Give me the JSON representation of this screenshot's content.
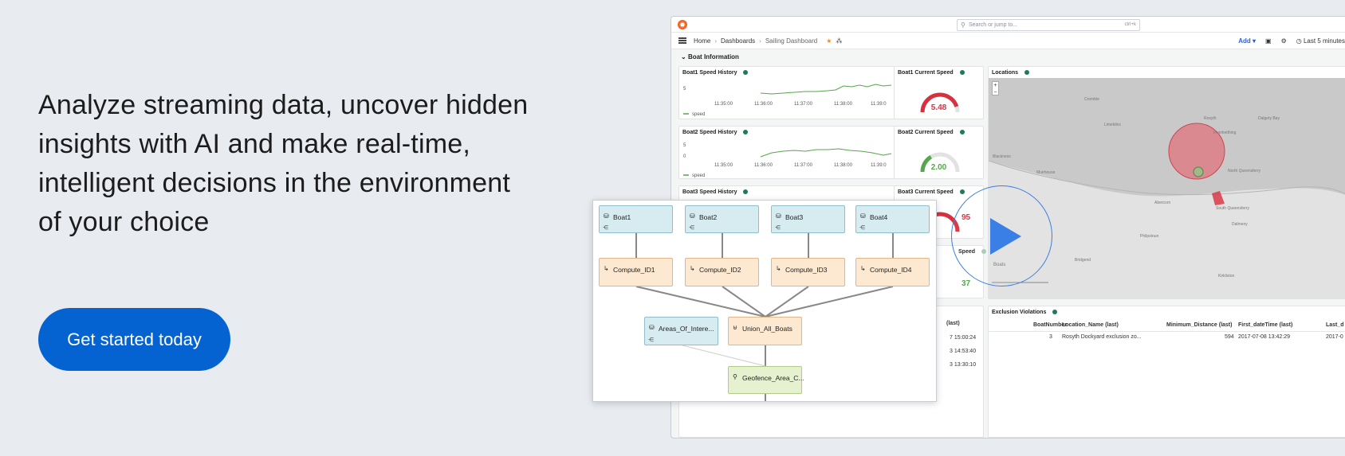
{
  "hero": {
    "lines": [
      "Analyze streaming data, uncover hidden",
      "insights with AI and make real-time,",
      "intelligent decisions in the environment",
      "of your choice"
    ],
    "cta_label": "Get started today"
  },
  "colors": {
    "cta": "#0563d1",
    "accent": "#3a7fe6",
    "gauge_red": "#d8303e",
    "gauge_green": "#56a64b",
    "status_dot": "#1e7a5a"
  },
  "dashboard": {
    "search_placeholder": "Search or jump to...",
    "search_shortcut": "ctrl+k",
    "breadcrumb": [
      "Home",
      "Dashboards",
      "Sailing Dashboard"
    ],
    "nav_add": "Add",
    "time_range": "Last 5 minutes",
    "row_title": "Boat Information",
    "speed_panels": [
      {
        "title": "Boat1 Speed History",
        "y_ticks": [
          "5"
        ],
        "legend": "speed",
        "x_ticks": [
          "11:35:00",
          "11:36:00",
          "11:37:00",
          "11:38:00",
          "11:39:0"
        ]
      },
      {
        "title": "Boat2 Speed History",
        "y_ticks": [
          "5",
          "0"
        ],
        "legend": "speed",
        "x_ticks": [
          "11:35:00",
          "11:36:00",
          "11:37:00",
          "11:38:00",
          "11:39:0"
        ]
      },
      {
        "title": "Boat3 Speed History"
      }
    ],
    "gauges": [
      {
        "title": "Boat1 Current Speed",
        "value": "5.48",
        "level": 0.9,
        "color": "#d8303e"
      },
      {
        "title": "Boat2 Current Speed",
        "value": "2.00",
        "level": 0.33,
        "color": "#56a64b"
      },
      {
        "title": "Boat3 Current Speed",
        "value": "95",
        "color": "#d8303e"
      },
      {
        "title": "Speed",
        "value": "37",
        "color": "#56a64b"
      }
    ],
    "map": {
      "title": "Locations",
      "zoom_in": "+",
      "zoom_out": "−",
      "labels": [
        "Crombie",
        "Rosyth",
        "Dalgety Bay",
        "Limekilns",
        "Inverkeithing",
        "North Queensferry",
        "South Queensferry",
        "Blackness",
        "Abercorn",
        "Dalmeny",
        "Philpstoun",
        "Kirkliston",
        "Bridgend",
        "Muirhouse",
        "Boats"
      ]
    },
    "violations": {
      "title": "Exclusion Violations",
      "columns": [
        "BoatNumber",
        "Location_Name (last)",
        "Minimum_Distance (last)",
        "First_dateTime (last)",
        "Last_d"
      ],
      "rows": [
        [
          "3",
          "Rosyth Dockyard exclusion zo...",
          "594",
          "2017-07-08 13:42:29",
          "2017-0"
        ]
      ]
    },
    "left_table": {
      "header": "(last)",
      "values": [
        "7 15:00:24",
        "3 14:53:40",
        "3 13:30:10"
      ]
    }
  },
  "flow": {
    "sources": [
      "Boat1",
      "Boat2",
      "Boat3",
      "Boat4"
    ],
    "computes": [
      "Compute_ID1",
      "Compute_ID2",
      "Compute_ID3",
      "Compute_ID4"
    ],
    "areas": "Areas_Of_Intere...",
    "union": "Union_All_Boats",
    "geofence": "Geofence_Area_C..."
  }
}
